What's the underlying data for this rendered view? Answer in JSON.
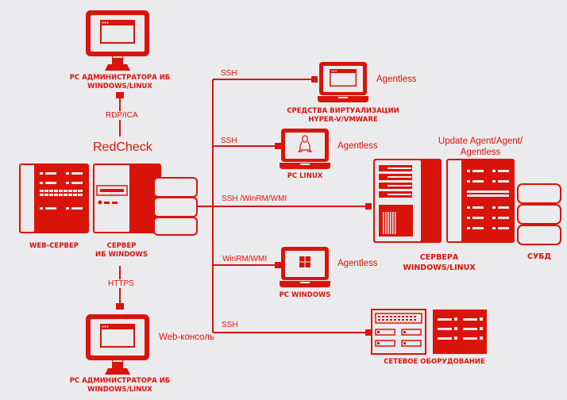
{
  "colors": {
    "accent": "#d9140a",
    "background": "#ebebed",
    "fill_light": "#ebebed"
  },
  "brand": "RedCheck",
  "nodes": {
    "admin_pc_top": {
      "label_line1": "PC АДМИНИСТРАТОРА ИБ",
      "label_line2": "WINDOWS/LINUX",
      "icon": "monitor-icon"
    },
    "admin_pc_bottom": {
      "label_line1": "PC АДМИНИСТРАТОРА ИБ",
      "label_line2": "WINDOWS/LINUX",
      "icon": "monitor-icon"
    },
    "web_server": {
      "label": "WEB-СЕРВЕР",
      "icon": "server-rack-icon"
    },
    "security_server": {
      "label_line1": "СЕРВЕР",
      "label_line2": "ИБ WINDOWS",
      "icon": "server-tower-icon"
    },
    "virtualization": {
      "label_line1": "СРЕДСТВА ВИРТУАЛИЗАЦИИ",
      "label_line2": "HYPER-V/VMWARE",
      "icon": "laptop-icon",
      "mode": "Agentless"
    },
    "pc_linux": {
      "label": "PC LINUX",
      "icon": "laptop-linux-icon",
      "mode": "Agentless"
    },
    "servers": {
      "label_line1": "СЕРВЕРА",
      "label_line2": "WINDOWS/LINUX",
      "icon": "server-rack-icon",
      "mode_line1": "Update Agent/Agent/",
      "mode_line2": "Agentless"
    },
    "dbms": {
      "label": "СУБД",
      "icon": "database-icon"
    },
    "pc_windows": {
      "label": "PC WINDOWS",
      "icon": "laptop-windows-icon",
      "mode": "Agentless"
    },
    "network": {
      "label": "СЕТЕВОЕ ОБОРУДОВАНИЕ",
      "icon": "network-switch-icon"
    }
  },
  "connections": {
    "rdp": "RDP/ICA",
    "https": "HTTPS",
    "web_console": "Web-консоль",
    "ssh_virtualization": "SSH",
    "ssh_linux": "SSH",
    "servers": "SSH /WinRM/WMI",
    "winrm_windows": "WinRM/WMI",
    "ssh_network": "SSH"
  }
}
